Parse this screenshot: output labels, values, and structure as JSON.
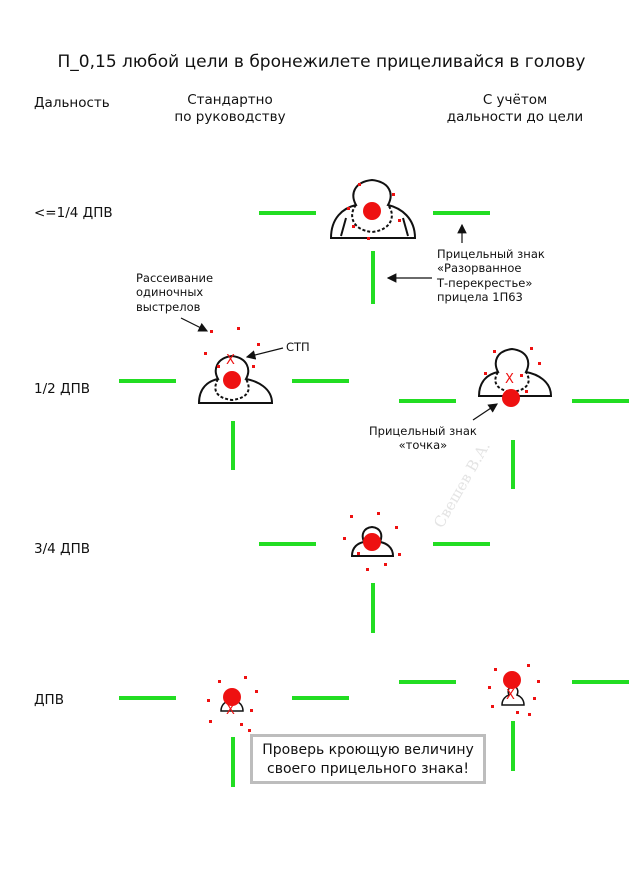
{
  "title": "П_0,15 любой цели в бронежилете прицеливайся в голову",
  "headers": {
    "range": "Дальность",
    "standard": "Стандартно\nпо руководству",
    "with_range": "С учётом\nдальности до цели"
  },
  "rows": [
    {
      "label": "<=1/4 ДПВ"
    },
    {
      "label": "1/2 ДПВ"
    },
    {
      "label": "3/4 ДПВ"
    },
    {
      "label": "ДПВ"
    }
  ],
  "annotations": {
    "dispersion": "Рассеивание\nодиночных\nвыстрелов",
    "stp": "СТП",
    "aim_mark_t": "Прицельный знак\n«Разорванное\nТ-перекрестье»\nприцела 1П63",
    "aim_mark_dot": "Прицельный знак\n«точка»"
  },
  "note": "Проверь кроющую величину\nсвоего прицельного знака!",
  "watermark": "Свешев В.А.",
  "colors": {
    "reticle": "#22dd22",
    "dot": "#ee1111",
    "spread": "#ee1111",
    "note_border": "#bdbdbd"
  }
}
